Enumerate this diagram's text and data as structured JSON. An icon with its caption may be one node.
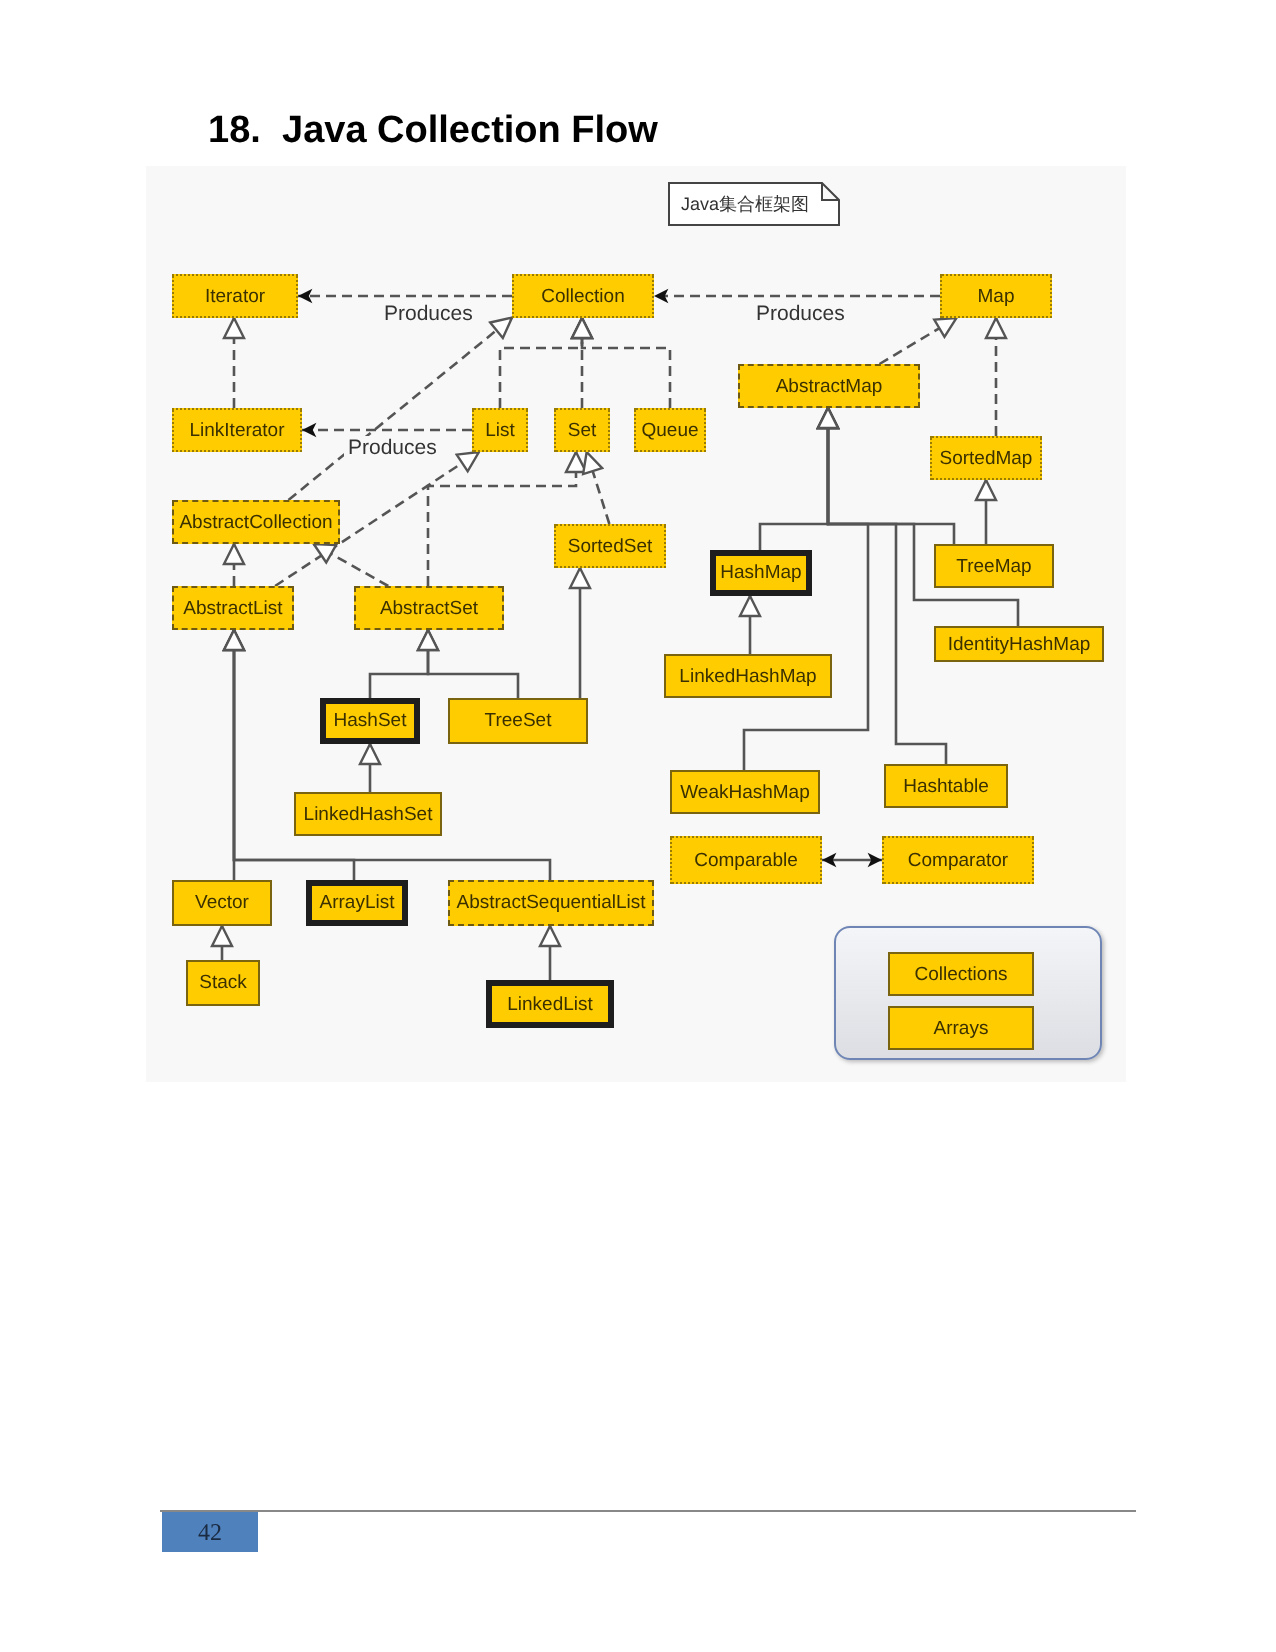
{
  "diagram": {
    "title": "Java Collection Flow",
    "nodes": [
      {
        "text": [
          "Java集合框架图"
        ]
      },
      {
        "text": [
          "Iterator"
        ]
      },
      {
        "text": [
          "Collection"
        ]
      },
      {
        "text": [
          "Map"
        ]
      },
      {
        "text": [
          "LinkIterator"
        ]
      },
      {
        "text": [
          "List"
        ]
      },
      {
        "text": [
          "Set"
        ]
      },
      {
        "text": [
          "Queue"
        ]
      },
      {
        "text": [
          "AbstractMap"
        ]
      },
      {
        "text": [
          "SortedMap"
        ]
      },
      {
        "text": [
          "AbstractCollection"
        ]
      },
      {
        "text": [
          "SortedSet"
        ]
      },
      {
        "text": [
          "AbstractList"
        ]
      },
      {
        "text": [
          "AbstractSet"
        ]
      },
      {
        "text": [
          "HashMap"
        ]
      },
      {
        "text": [
          "TreeMap"
        ]
      },
      {
        "text": [
          "IdentityHashMap"
        ]
      },
      {
        "text": [
          "HashSet"
        ]
      },
      {
        "text": [
          "TreeSet"
        ]
      },
      {
        "text": [
          "LinkedHashMap"
        ]
      },
      {
        "text": [
          "LinkedHashSet"
        ]
      },
      {
        "text": [
          "WeakHashMap"
        ]
      },
      {
        "text": [
          "Hashtable"
        ]
      },
      {
        "text": [
          "Comparable"
        ]
      },
      {
        "text": [
          "Comparator"
        ]
      },
      {
        "text": [
          "Vector"
        ]
      },
      {
        "text": [
          "ArrayList"
        ]
      },
      {
        "text": [
          "AbstractSequentialList"
        ]
      },
      {
        "text": [
          "Stack"
        ]
      },
      {
        "text": [
          "LinkedList"
        ]
      },
      {
        "text": [],
        "shape": "box"
      },
      {
        "text": [
          "Collections"
        ],
        "in": 30
      },
      {
        "text": [
          "Arrays"
        ],
        "in": 30
      }
    ],
    "edges": [
      {
        "from": 2,
        "to": 1,
        "arrow": "to",
        "label": "Produces",
        "style": "dashed"
      },
      {
        "from": 3,
        "to": 2,
        "arrow": "to",
        "label": "Produces",
        "style": "dashed"
      },
      {
        "from": 5,
        "to": 4,
        "arrow": "to",
        "label": "Produces",
        "style": "dashed"
      },
      {
        "from": 4,
        "to": 1,
        "arrow": "to",
        "style": "dashed"
      },
      {
        "from": 5,
        "to": 2,
        "arrow": "to",
        "style": "dashed"
      },
      {
        "from": 6,
        "to": 2,
        "arrow": "to",
        "style": "dashed"
      },
      {
        "from": 7,
        "to": 2,
        "arrow": "to",
        "style": "dashed"
      },
      {
        "from": 10,
        "to": 2,
        "arrow": "to",
        "style": "dashed"
      },
      {
        "from": 8,
        "to": 3,
        "arrow": "to",
        "style": "dashed"
      },
      {
        "from": 9,
        "to": 3,
        "arrow": "to",
        "style": "dashed"
      },
      {
        "from": 12,
        "to": 5,
        "arrow": "to",
        "style": "dashed"
      },
      {
        "from": 13,
        "to": 6,
        "arrow": "to",
        "style": "dashed"
      },
      {
        "from": 13,
        "to": 10,
        "arrow": "to",
        "style": "dashed"
      },
      {
        "from": 11,
        "to": 6,
        "arrow": "to",
        "style": "dashed"
      },
      {
        "from": 12,
        "to": 10,
        "arrow": "to",
        "style": "dashed"
      },
      {
        "from": 18,
        "to": 11,
        "arrow": "to"
      },
      {
        "from": 17,
        "to": 13,
        "arrow": "to"
      },
      {
        "from": 18,
        "to": 13,
        "arrow": "to"
      },
      {
        "from": 20,
        "to": 17,
        "arrow": "to"
      },
      {
        "from": 25,
        "to": 12,
        "arrow": "to"
      },
      {
        "from": 26,
        "to": 12,
        "arrow": "to"
      },
      {
        "from": 27,
        "to": 12,
        "arrow": "to"
      },
      {
        "from": 28,
        "to": 25,
        "arrow": "to"
      },
      {
        "from": 29,
        "to": 27,
        "arrow": "to"
      },
      {
        "from": 14,
        "to": 8,
        "arrow": "to"
      },
      {
        "from": 15,
        "to": 8,
        "arrow": "to"
      },
      {
        "from": 16,
        "to": 8,
        "arrow": "to"
      },
      {
        "from": 21,
        "to": 8,
        "arrow": "to"
      },
      {
        "from": 22,
        "to": 8,
        "arrow": "to"
      },
      {
        "from": 15,
        "to": 9,
        "arrow": "to"
      },
      {
        "from": 19,
        "to": 14,
        "arrow": "to"
      },
      {
        "from": 23,
        "to": 24,
        "arrow": "both"
      }
    ],
    "labels": [
      "18.",
      "42"
    ]
  }
}
